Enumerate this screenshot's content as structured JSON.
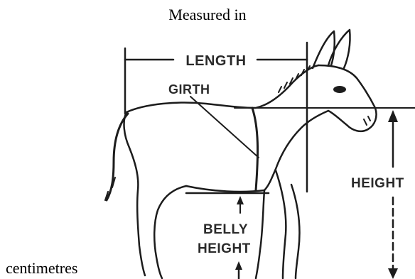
{
  "caption": {
    "top": "Measured in",
    "bottom": "centimetres"
  },
  "figure": {
    "labels": {
      "length": "LENGTH",
      "girth": "GIRTH",
      "height": "HEIGHT",
      "belly_height_line1": "BELLY",
      "belly_height_line2": "HEIGHT"
    }
  }
}
